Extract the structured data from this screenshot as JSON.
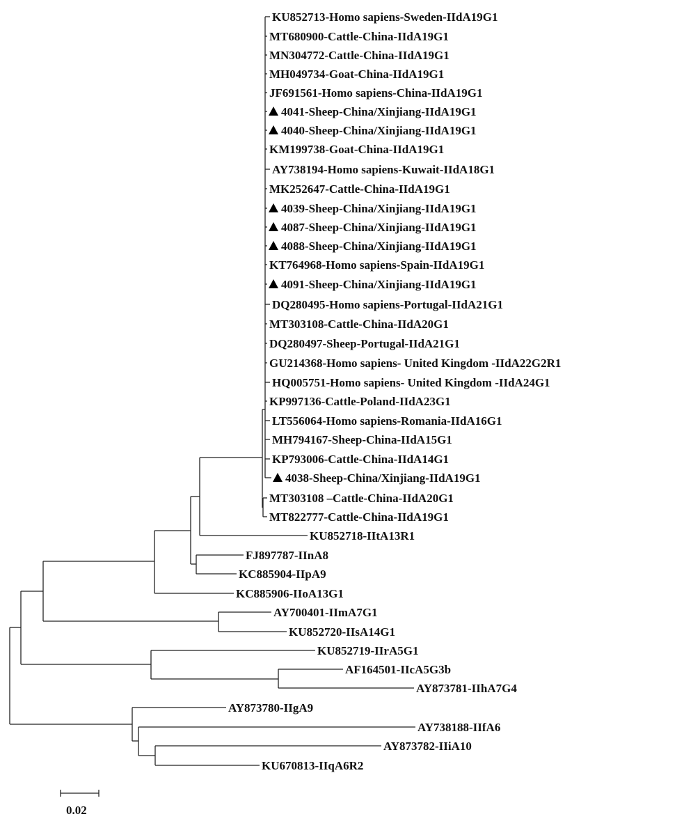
{
  "tree": {
    "leaves": [
      {
        "label": "KU852713-Homo sapiens-Sweden-IIdA19G1",
        "marker": false
      },
      {
        "label": "MT680900-Cattle-China-IIdA19G1",
        "marker": false
      },
      {
        "label": "MN304772-Cattle-China-IIdA19G1",
        "marker": false
      },
      {
        "label": "MH049734-Goat-China-IIdA19G1",
        "marker": false
      },
      {
        "label": "JF691561-Homo sapiens-China-IIdA19G1",
        "marker": false
      },
      {
        "label": "4041-Sheep-China/Xinjiang-IIdA19G1",
        "marker": true
      },
      {
        "label": "4040-Sheep-China/Xinjiang-IIdA19G1",
        "marker": true
      },
      {
        "label": "KM199738-Goat-China-IIdA19G1",
        "marker": false
      },
      {
        "label": "AY738194-Homo sapiens-Kuwait-IIdA18G1",
        "marker": false
      },
      {
        "label": "MK252647-Cattle-China-IIdA19G1",
        "marker": false
      },
      {
        "label": "4039-Sheep-China/Xinjiang-IIdA19G1",
        "marker": true
      },
      {
        "label": "4087-Sheep-China/Xinjiang-IIdA19G1",
        "marker": true
      },
      {
        "label": "4088-Sheep-China/Xinjiang-IIdA19G1",
        "marker": true
      },
      {
        "label": "KT764968-Homo sapiens-Spain-IIdA19G1",
        "marker": false
      },
      {
        "label": "4091-Sheep-China/Xinjiang-IIdA19G1",
        "marker": true
      },
      {
        "label": "DQ280495-Homo sapiens-Portugal-IIdA21G1",
        "marker": false
      },
      {
        "label": "MT303108-Cattle-China-IIdA20G1",
        "marker": false
      },
      {
        "label": "DQ280497-Sheep-Portugal-IIdA21G1",
        "marker": false
      },
      {
        "label": "GU214368-Homo sapiens- United Kingdom -IIdA22G2R1",
        "marker": false
      },
      {
        "label": "HQ005751-Homo sapiens- United Kingdom -IIdA24G1",
        "marker": false
      },
      {
        "label": "KP997136-Cattle-Poland-IIdA23G1",
        "marker": false
      },
      {
        "label": "LT556064-Homo sapiens-Romania-IIdA16G1",
        "marker": false
      },
      {
        "label": "MH794167-Sheep-China-IIdA15G1",
        "marker": false
      },
      {
        "label": "KP793006-Cattle-China-IIdA14G1",
        "marker": false
      },
      {
        "label": "4038-Sheep-China/Xinjiang-IIdA19G1",
        "marker": true
      },
      {
        "label": "MT303108 –Cattle-China-IIdA20G1",
        "marker": false
      },
      {
        "label": "MT822777-Cattle-China-IIdA19G1",
        "marker": false
      },
      {
        "label": "KU852718-IItA13R1",
        "marker": false
      },
      {
        "label": "FJ897787-IInA8",
        "marker": false
      },
      {
        "label": "KC885904-IIpA9",
        "marker": false
      },
      {
        "label": "KC885906-IIoA13G1",
        "marker": false
      },
      {
        "label": "AY700401-IImA7G1",
        "marker": false
      },
      {
        "label": "KU852720-IIsA14G1",
        "marker": false
      },
      {
        "label": "KU852719-IIrA5G1",
        "marker": false
      },
      {
        "label": "AF164501-IIcA5G3b",
        "marker": false
      },
      {
        "label": "AY873781-IIhA7G4",
        "marker": false
      },
      {
        "label": "AY873780-IIgA9",
        "marker": false
      },
      {
        "label": "AY738188-IIfA6",
        "marker": false
      },
      {
        "label": "AY873782-IIiA10",
        "marker": false
      },
      {
        "label": "KU670813-IIqA6R2",
        "marker": false
      }
    ],
    "marker_icon": "filled-triangle",
    "scale_bar": {
      "label": "0.02",
      "value": 0.02
    }
  }
}
